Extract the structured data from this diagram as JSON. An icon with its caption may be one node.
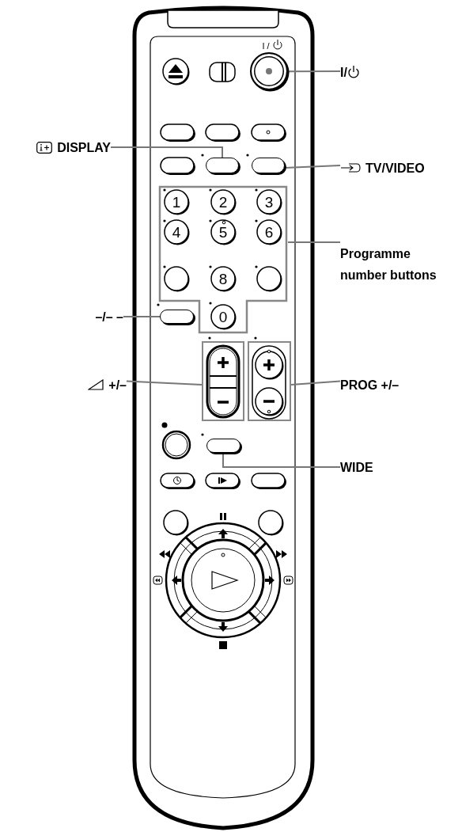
{
  "diagram": {
    "nodes": [
      {
        "text": [
          "I/"
        ]
      },
      {
        "text": [],
        "shape": "circle"
      },
      {
        "text": [
          "DISPLAY"
        ]
      },
      {
        "text": [],
        "shape": "box"
      },
      {
        "text": [
          "TV/VIDEO"
        ]
      },
      {
        "text": [],
        "shape": "box"
      },
      {
        "text": [
          "Programme number buttons"
        ]
      },
      {
        "text": [],
        "shape": "box"
      },
      {
        "text": [
          "–/– –"
        ]
      },
      {
        "text": [],
        "shape": "box"
      },
      {
        "text": [
          "+/–"
        ]
      },
      {
        "text": [],
        "shape": "box"
      },
      {
        "text": [
          "PROG +/–"
        ]
      },
      {
        "text": [],
        "shape": "box"
      },
      {
        "text": [
          "WIDE"
        ]
      },
      {
        "text": [],
        "shape": "box"
      }
    ],
    "edges": [
      {
        "from": 0,
        "to": 1,
        "arrow": "none"
      },
      {
        "from": 2,
        "to": 3,
        "arrow": "none"
      },
      {
        "from": 4,
        "to": 5,
        "arrow": "none"
      },
      {
        "from": 6,
        "to": 7,
        "arrow": "none"
      },
      {
        "from": 8,
        "to": 9,
        "arrow": "none"
      },
      {
        "from": 10,
        "to": 11,
        "arrow": "none"
      },
      {
        "from": 12,
        "to": 13,
        "arrow": "none"
      },
      {
        "from": 14,
        "to": 15,
        "arrow": "none"
      }
    ],
    "labels": [
      "I /",
      "1",
      "2",
      "3",
      "4",
      "5",
      "6",
      "8",
      "0"
    ]
  }
}
